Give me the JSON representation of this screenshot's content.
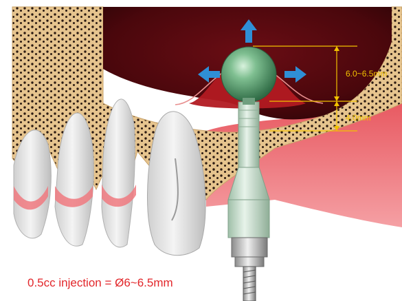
{
  "dimensions": {
    "top_label": "6.0~6.5mm",
    "bottom_label": "4.0mm"
  },
  "caption": "0.5cc injection = Ø6~6.5mm",
  "colors": {
    "bone": "#e8c893",
    "sinus": "#5a0b10",
    "gum": "#f06a70",
    "dimension": "#f2c200",
    "arrow": "#2f8fd6",
    "caption": "#e2262a",
    "ball": "#5fa67a"
  }
}
